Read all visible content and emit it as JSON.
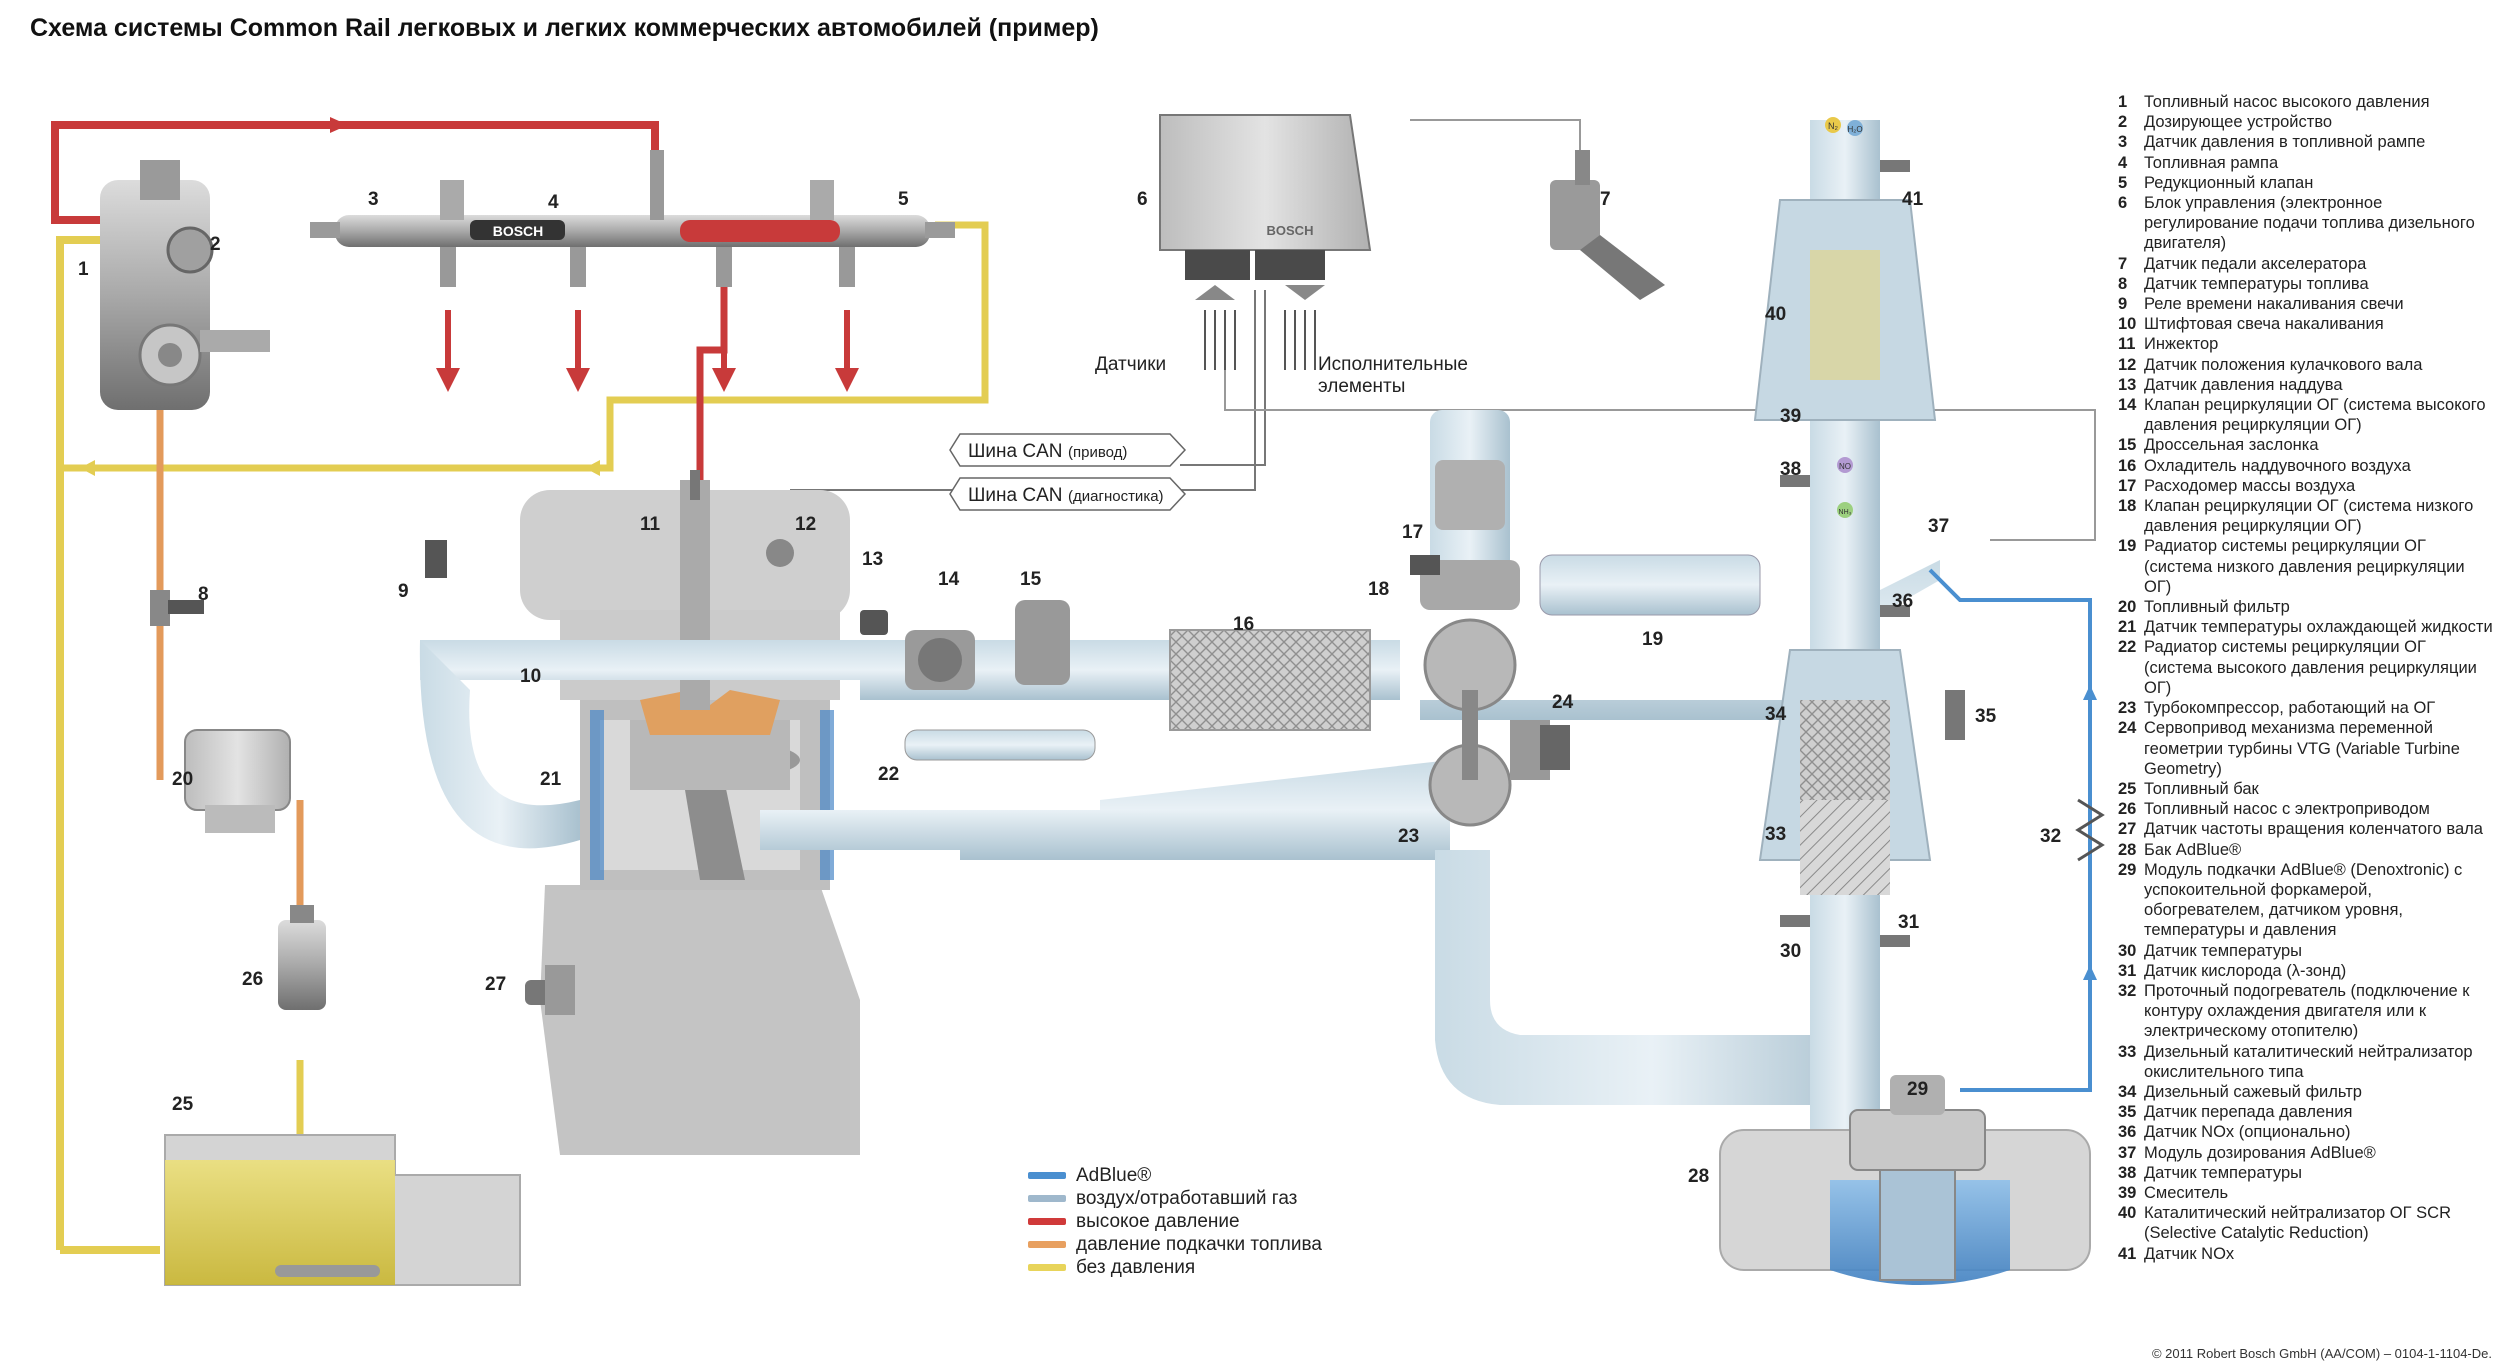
{
  "title": "Схема системы Common Rail легковых и легких коммерческих автомобилей (пример)",
  "copyright": "© 2011 Robert Bosch GmbH (AA/COM) – 0104-1-1104-De.",
  "labels": {
    "sensors": "Датчики",
    "actuators_1": "Исполнительные",
    "actuators_2": "элементы",
    "can_drive": "Шина CAN",
    "can_drive_sub": "(привод)",
    "can_diag": "Шина CAN",
    "can_diag_sub": "(диагностика)",
    "bosch_rail": "BOSCH",
    "bosch_ecu": "BOSCH"
  },
  "gas_symbols": {
    "n2": "N₂",
    "h2o": "H₂O",
    "no": "NO",
    "nh3": "NH₃"
  },
  "numbers": [
    "1",
    "2",
    "3",
    "4",
    "5",
    "6",
    "7",
    "8",
    "9",
    "10",
    "11",
    "12",
    "13",
    "14",
    "15",
    "16",
    "17",
    "18",
    "19",
    "20",
    "21",
    "22",
    "23",
    "24",
    "25",
    "26",
    "27",
    "28",
    "29",
    "30",
    "31",
    "32",
    "33",
    "34",
    "35",
    "36",
    "37",
    "38",
    "39",
    "40",
    "41"
  ],
  "color_key": [
    {
      "label": "AdBlue®",
      "color": "#4a8fd0"
    },
    {
      "label": "воздух/отработавший газ",
      "color": "#9fb8cc"
    },
    {
      "label": "высокое давление",
      "color": "#d03a3a"
    },
    {
      "label": "давление подкачки топлива",
      "color": "#e8a060"
    },
    {
      "label": "без давления",
      "color": "#e8d45a"
    }
  ],
  "legend": [
    {
      "n": "1",
      "t": "Топливный насос высокого давления"
    },
    {
      "n": "2",
      "t": "Дозирующее устройство"
    },
    {
      "n": "3",
      "t": "Датчик давления в топливной рампе"
    },
    {
      "n": "4",
      "t": "Топливная рампа"
    },
    {
      "n": "5",
      "t": "Редукционный клапан"
    },
    {
      "n": "6",
      "t": "Блок управления (электронное регулирование подачи топлива дизельного двигателя)"
    },
    {
      "n": "7",
      "t": "Датчик педали акселератора"
    },
    {
      "n": "8",
      "t": "Датчик температуры топлива"
    },
    {
      "n": "9",
      "t": "Реле времени накаливания свечи"
    },
    {
      "n": "10",
      "t": "Штифтовая свеча накаливания"
    },
    {
      "n": "11",
      "t": "Инжектор"
    },
    {
      "n": "12",
      "t": "Датчик положения кулачкового вала"
    },
    {
      "n": "13",
      "t": "Датчик давления наддува"
    },
    {
      "n": "14",
      "t": "Клапан рециркуляции ОГ (система высокого давления рециркуляции ОГ)"
    },
    {
      "n": "15",
      "t": "Дроссельная заслонка"
    },
    {
      "n": "16",
      "t": "Охладитель наддувочного воздуха"
    },
    {
      "n": "17",
      "t": "Расходомер массы воздуха"
    },
    {
      "n": "18",
      "t": "Клапан рециркуляции ОГ (система низкого давления рециркуляции ОГ)"
    },
    {
      "n": "19",
      "t": "Радиатор системы рециркуляции ОГ (система низкого давления рециркуляции ОГ)"
    },
    {
      "n": "20",
      "t": "Топливный фильтр"
    },
    {
      "n": "21",
      "t": "Датчик температуры охлаждающей жидкости"
    },
    {
      "n": "22",
      "t": "Радиатор системы рециркуляции ОГ (система высокого давления рециркуляции ОГ)"
    },
    {
      "n": "23",
      "t": "Турбокомпрессор, работающий на ОГ"
    },
    {
      "n": "24",
      "t": "Сервопривод механизма переменной геометрии турбины VTG (Variable Turbine Geometry)"
    },
    {
      "n": "25",
      "t": "Топливный бак"
    },
    {
      "n": "26",
      "t": "Топливный насос с электроприводом"
    },
    {
      "n": "27",
      "t": "Датчик частоты вращения коленчатого вала"
    },
    {
      "n": "28",
      "t": "Бак AdBlue®"
    },
    {
      "n": "29",
      "t": "Модуль подкачки AdBlue® (Denoxtronic) с успокоительной форкамерой, обогревателем, датчиком уровня, температуры и давления"
    },
    {
      "n": "30",
      "t": "Датчик температуры"
    },
    {
      "n": "31",
      "t": "Датчик кислорода (λ-зонд)"
    },
    {
      "n": "32",
      "t": "Проточный подогреватель (подключение к контуру охлаждения двигателя или к электрическому отопителю)"
    },
    {
      "n": "33",
      "t": "Дизельный каталитический нейтрализатор окислительного типа"
    },
    {
      "n": "34",
      "t": "Дизельный сажевый фильтр"
    },
    {
      "n": "35",
      "t": "Датчик перепада давления"
    },
    {
      "n": "36",
      "t": "Датчик NOx (опционально)"
    },
    {
      "n": "37",
      "t": "Модуль дозирования AdBlue®"
    },
    {
      "n": "38",
      "t": "Датчик температуры"
    },
    {
      "n": "39",
      "t": "Смеситель"
    },
    {
      "n": "40",
      "t": "Каталитический нейтрализатор ОГ SCR (Selective Catalytic Reduction)"
    },
    {
      "n": "41",
      "t": "Датчик NOx"
    }
  ]
}
